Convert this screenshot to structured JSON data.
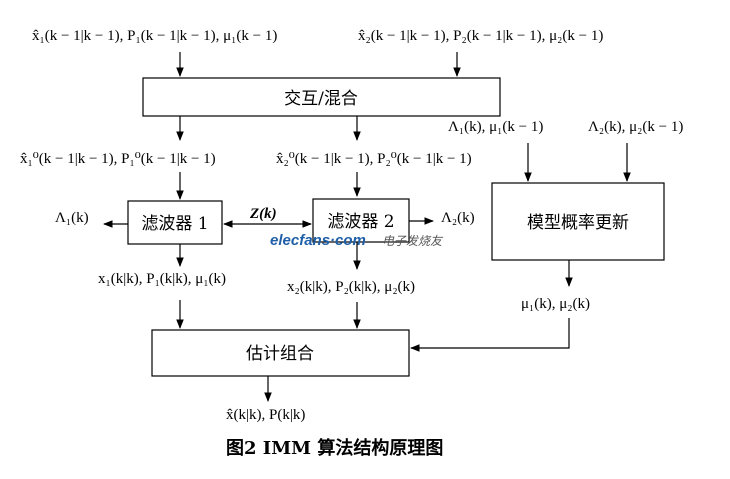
{
  "inputs": {
    "left": "x̂₁(k − 1|k − 1), P₁(k − 1|k − 1), μ₁(k − 1)",
    "right": "x̂₂(k − 1|k − 1), P₂(k − 1|k − 1), μ₂(k − 1)"
  },
  "mixing_box": "交互/混合",
  "mixed": {
    "left": "x̂₁⁰(k − 1|k − 1), P₁⁰(k − 1|k − 1)",
    "right": "x̂₂⁰(k − 1|k − 1), P₂⁰(k − 1|k − 1)"
  },
  "likelihood_inputs": {
    "left": "Λ₁(k), μ₁(k − 1)",
    "right": "Λ₂(k), μ₂(k − 1)"
  },
  "filter1_box": "滤波器 1",
  "filter2_box": "滤波器 2",
  "measurement": "Z(k)",
  "lambda1": "Λ₁(k)",
  "lambda2": "Λ₂(k)",
  "update_box": "模型概率更新",
  "filter_outputs": {
    "left": "x₁(k|k), P₁(k|k), μ₁(k)",
    "right": "x₂(k|k), P₂(k|k), μ₂(k)"
  },
  "updated_probs": "μ₁(k), μ₂(k)",
  "combine_box": "估计组合",
  "final_output": "x̂(k|k), P(k|k)",
  "caption": "图2   IMM 算法结构原理图",
  "watermark": {
    "site": "elecfans·com",
    "name": "电子发烧友"
  }
}
